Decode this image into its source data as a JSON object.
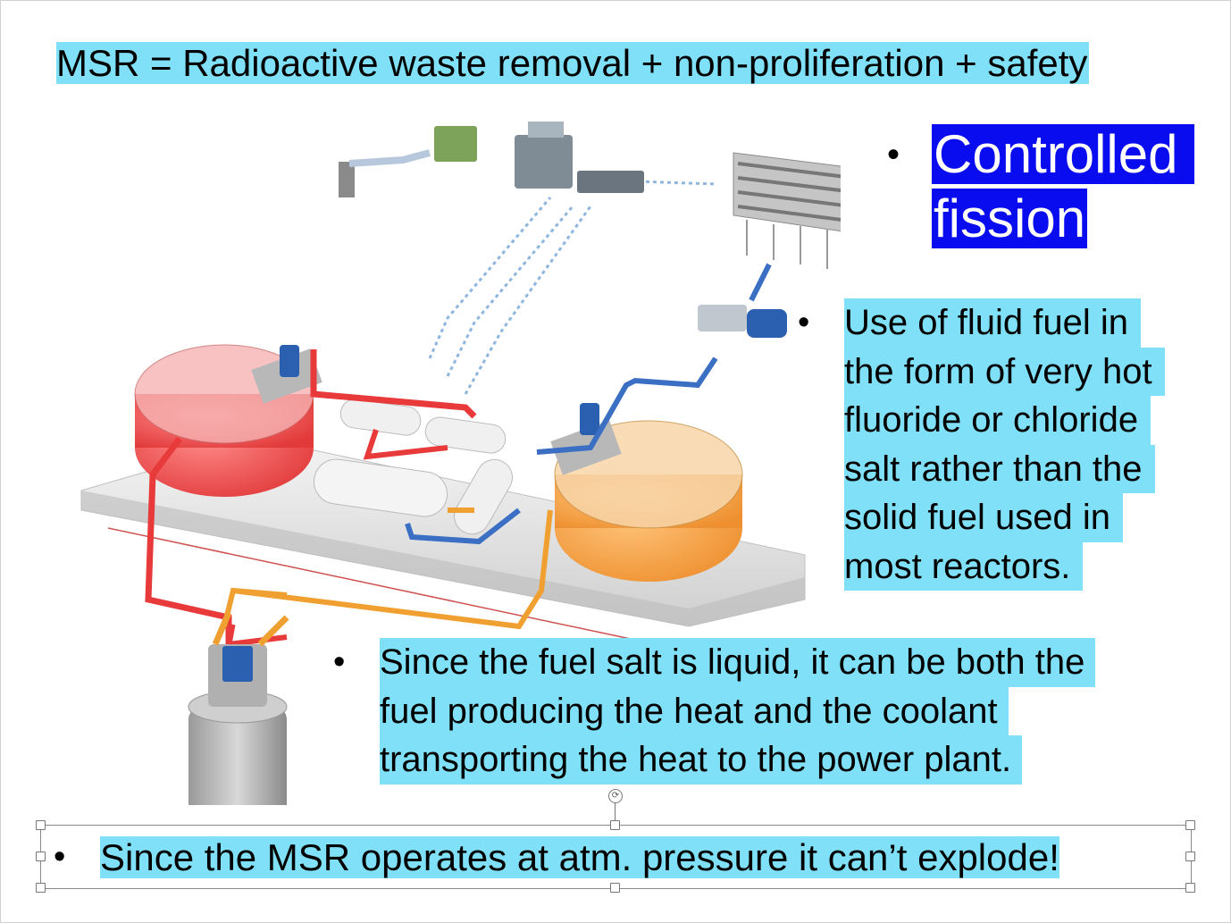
{
  "title": "MSR = Radioactive waste removal + non-proliferation + safety",
  "bullets": {
    "controlled_fission": "Controlled fission",
    "fluid_fuel_lines": [
      "Use of fluid fuel in",
      "the form of very hot",
      "fluoride or chloride",
      "salt rather than the",
      "solid fuel used in",
      "most reactors."
    ],
    "liquid_salt_lines": [
      "Since the fuel salt is liquid, it can be both the",
      "fuel producing the heat and the coolant",
      "transporting the heat to the power plant."
    ]
  },
  "selected_textbox": {
    "text": "Since the MSR operates at atm. pressure it can’t explode!"
  },
  "bullet_glyph": "•",
  "icons": {
    "rotate": "rotate-handle-icon"
  },
  "colors": {
    "highlight": "#7fe0f7",
    "blue_highlight": "#0a0cf0",
    "hot_loop": "#e83a3a",
    "cold_loop": "#3b6fc4",
    "secondary_loop": "#f0a030"
  }
}
